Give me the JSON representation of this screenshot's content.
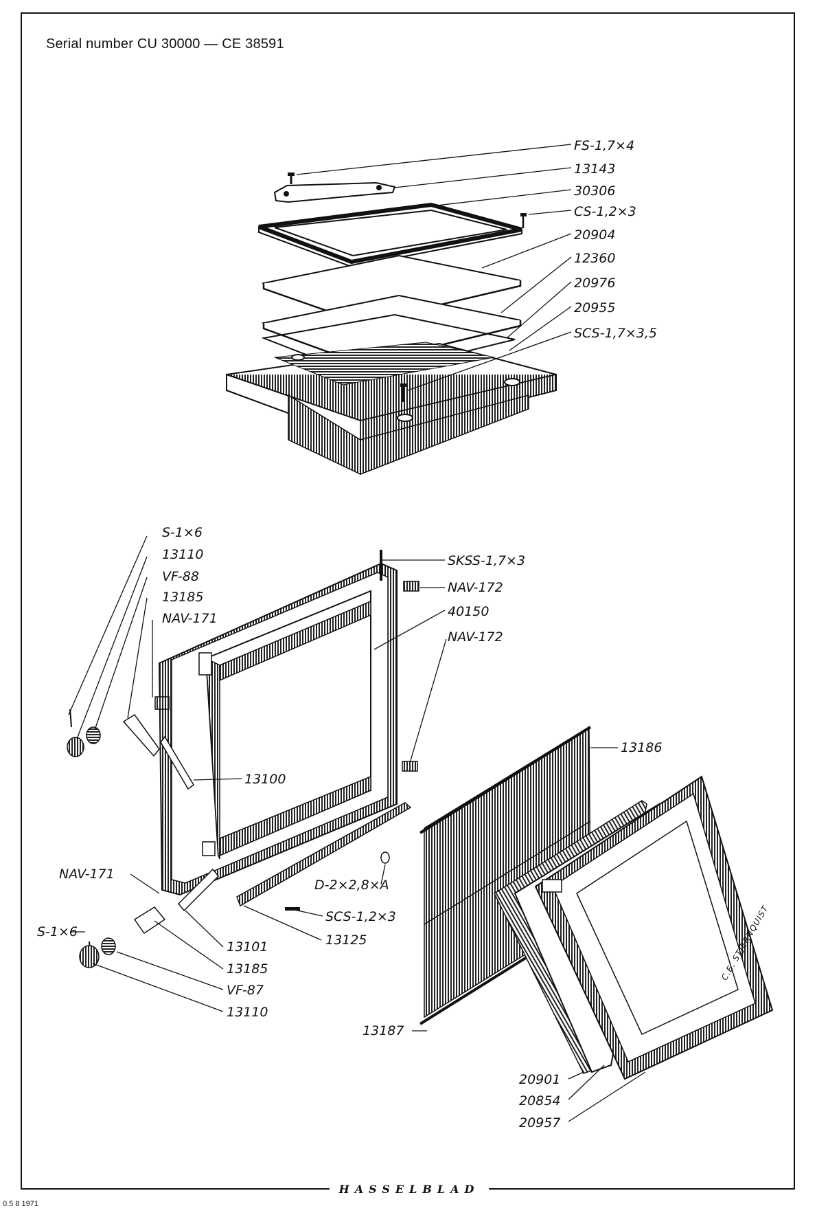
{
  "header": {
    "serial_text": "Serial number CU 30000 — CE 38591"
  },
  "footer": {
    "code": "0.5 8 1971",
    "brand": "HASSELBLAD"
  },
  "artist_signature": "C.E. STJERNQUIST",
  "labels": {
    "fs_1_7x4": "FS-1,7×4",
    "p13143": "13143",
    "p30306": "30306",
    "cs_1_2x3": "CS-1,2×3",
    "p20904": "20904",
    "p12360": "12360",
    "p20976": "20976",
    "p20955": "20955",
    "scs_1_7x3_5": "SCS-1,7×3,5",
    "s_1x6_top": "S-1×6",
    "p13110_top": "13110",
    "vf_88": "VF-88",
    "p13185_top": "13185",
    "nav_171_top": "NAV-171",
    "skss_1_7x3": "SKSS-1,7×3",
    "nav_172_top": "NAV-172",
    "p40150": "40150",
    "nav_172_mid": "NAV-172",
    "p13186": "13186",
    "p13100": "13100",
    "nav_171_bottom": "NAV-171",
    "s_1x6_bottom": "S-1×6",
    "d_2x2_8xa": "D-2×2,8×A",
    "scs_1_2x3": "SCS-1,2×3",
    "p13125": "13125",
    "p13101": "13101",
    "p13185_bottom": "13185",
    "vf_87": "VF-87",
    "p13110_bottom": "13110",
    "p13187": "13187",
    "p20901": "20901",
    "p20854": "20854",
    "p20957": "20957"
  }
}
